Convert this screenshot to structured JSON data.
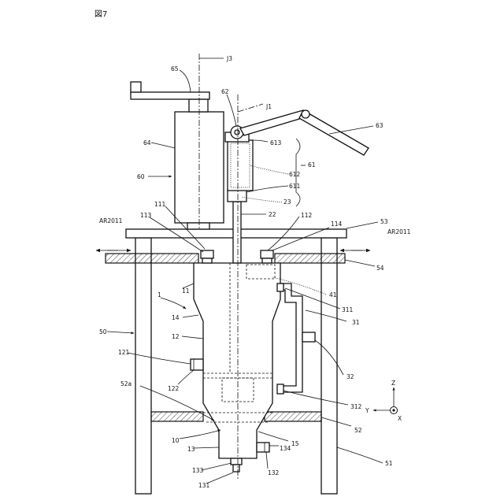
{
  "figure_title": "図7",
  "labels": {
    "J3": "J3",
    "J1": "J1",
    "l65": "65",
    "l62": "62",
    "l63": "63",
    "l613": "613",
    "l64": "64",
    "l61": "61",
    "l612": "612",
    "l60": "60",
    "l611": "611",
    "l23": "23",
    "l22": "22",
    "l111": "111",
    "l113": "113",
    "l112": "112",
    "l114": "114",
    "l53": "53",
    "ar_left": "AR2011",
    "ar_right": "AR2011",
    "l54": "54",
    "l41": "41",
    "l11": "11",
    "l1": "1",
    "l311": "311",
    "l14": "14",
    "l31": "31",
    "l50": "50",
    "l12": "12",
    "l121": "121",
    "l32": "32",
    "l122": "122",
    "l52a": "52a",
    "l312": "312",
    "l52": "52",
    "l10": "10",
    "l13": "13",
    "l134": "134",
    "l15": "15",
    "l133": "133",
    "l132": "132",
    "l131": "131",
    "l51": "51",
    "axis_z": "Z",
    "axis_y": "Y",
    "axis_x": "X"
  }
}
